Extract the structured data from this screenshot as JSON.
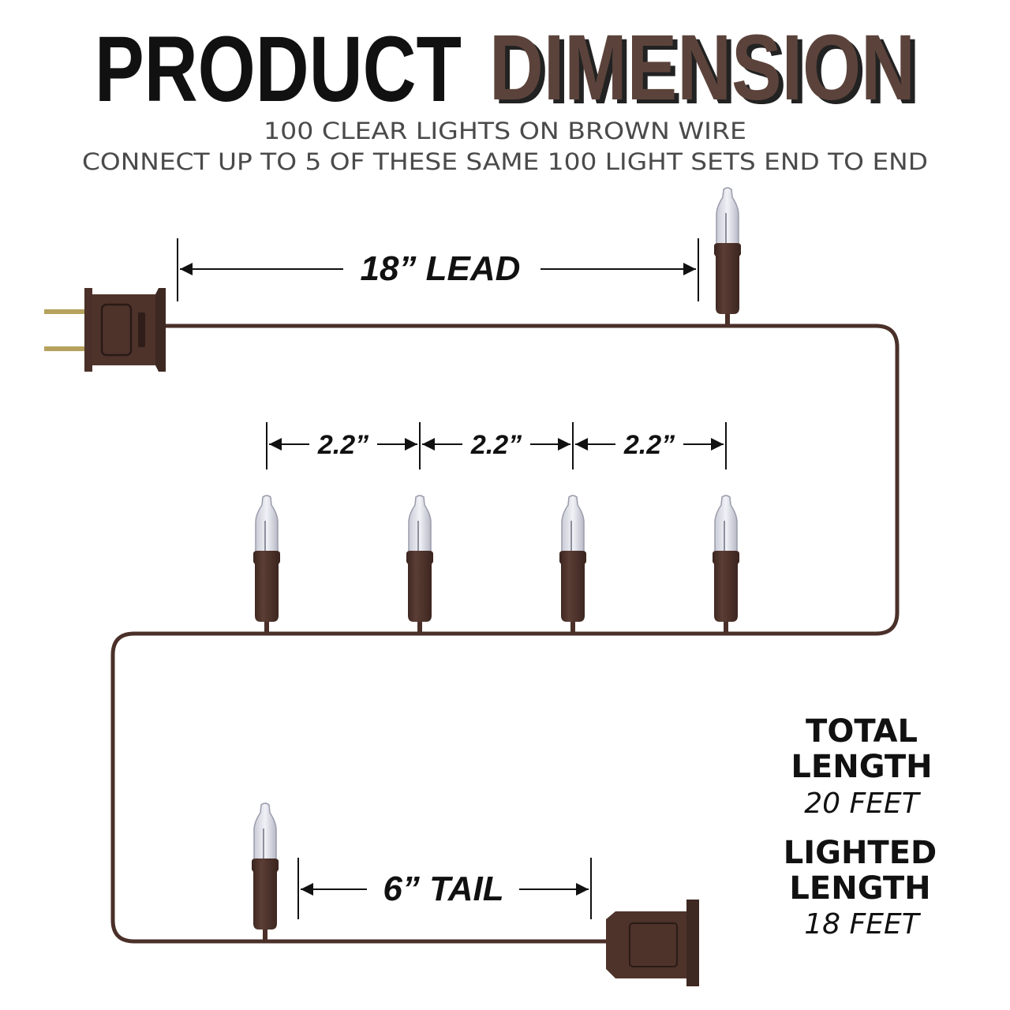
{
  "title": {
    "part1": "PRODUCT",
    "part2": "DIMENSION"
  },
  "subtitle": {
    "line1": "100 CLEAR LIGHTS ON BROWN WIRE",
    "line2": "CONNECT UP TO 5 OF THESE SAME 100 LIGHT SETS END TO END"
  },
  "dimensions": {
    "lead": "18” LEAD",
    "spacing": [
      "2.2”",
      "2.2”",
      "2.2”"
    ],
    "tail": "6” TAIL"
  },
  "specs": {
    "total_label_1": "TOTAL",
    "total_label_2": "LENGTH",
    "total_value": "20 FEET",
    "lighted_label_1": "LIGHTED",
    "lighted_label_2": "LENGTH",
    "lighted_value": "18 FEET"
  },
  "colors": {
    "wire": "#4a3029",
    "accent": "#5b433b",
    "prong": "#b5a25e",
    "text": "#111111"
  }
}
